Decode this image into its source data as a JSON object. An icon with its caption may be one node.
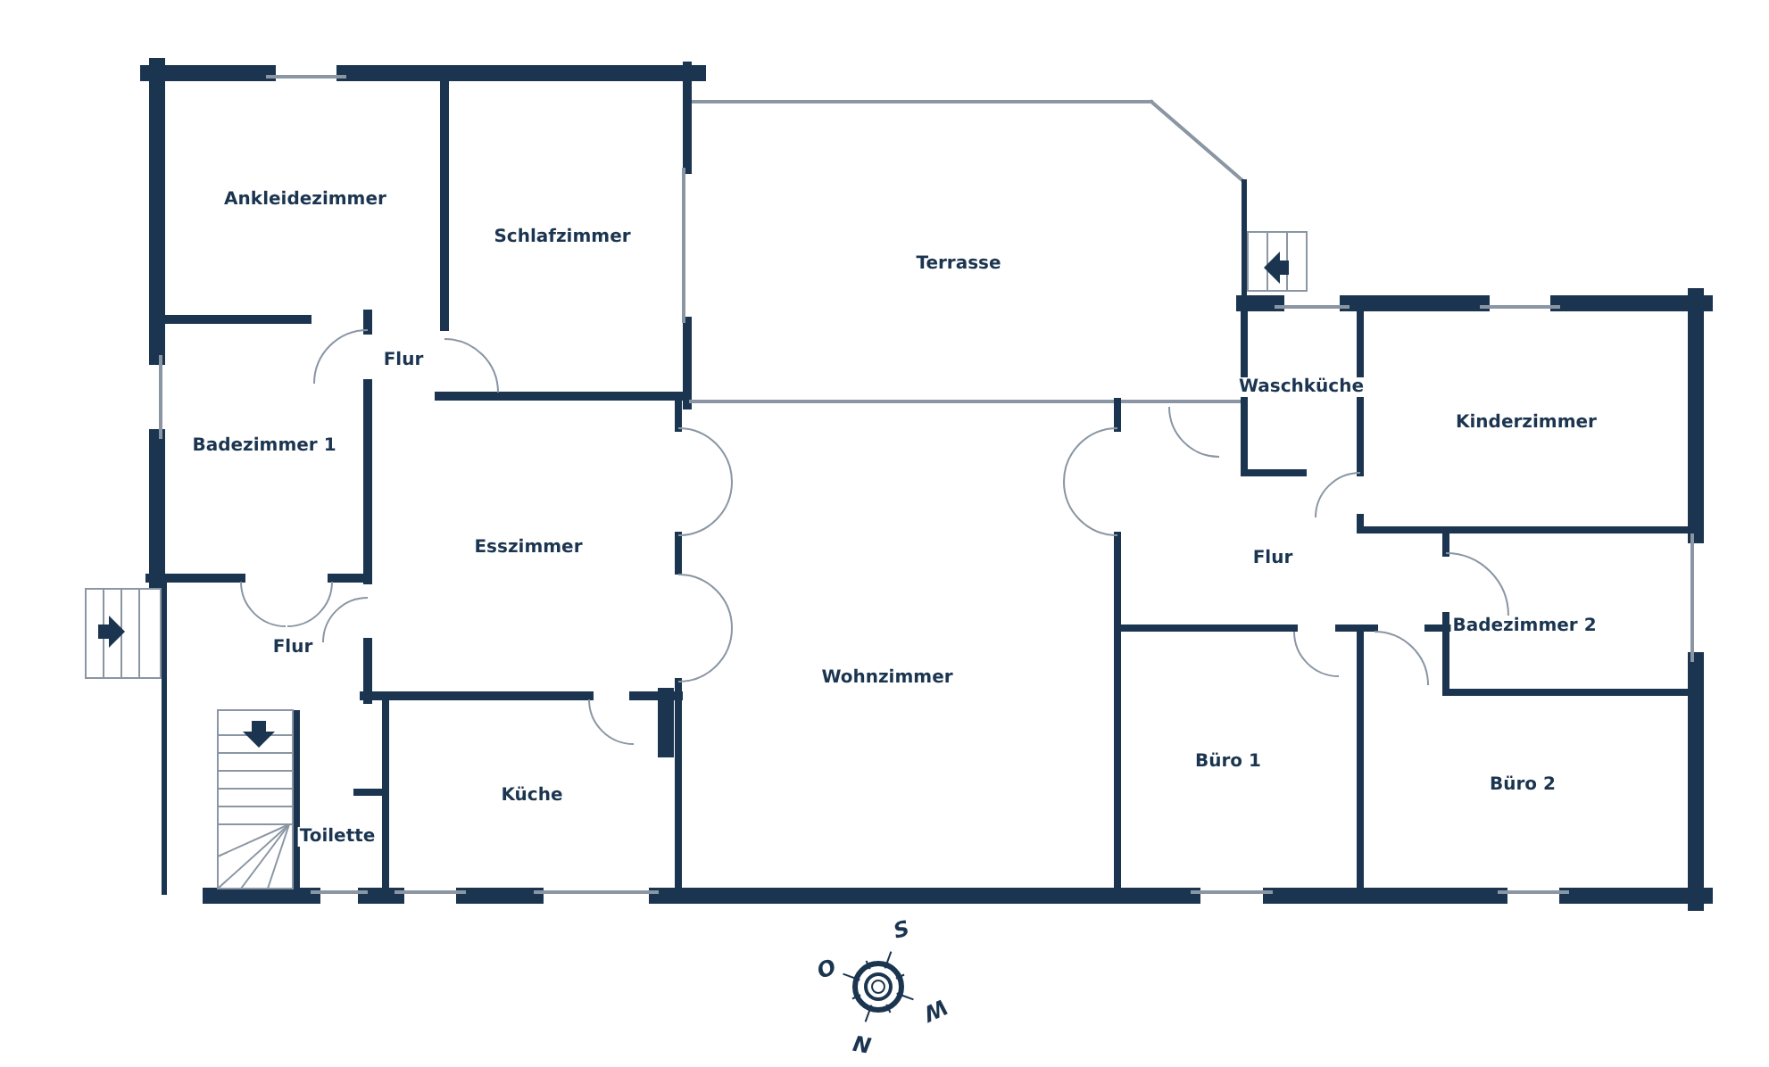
{
  "diagram": {
    "nodes": [
      {
        "text": [
          "Ankleidezimmer"
        ]
      },
      {
        "text": [
          "Schlafzimmer"
        ]
      },
      {
        "text": [
          "Terrasse"
        ]
      },
      {
        "text": [
          "Flur"
        ]
      },
      {
        "text": [
          "Badezimmer 1"
        ]
      },
      {
        "text": [
          "Esszimmer"
        ]
      },
      {
        "text": [
          "Waschküche"
        ]
      },
      {
        "text": [
          "Kinderzimmer"
        ]
      },
      {
        "text": [
          "Flur"
        ]
      },
      {
        "text": [
          "Flur"
        ]
      },
      {
        "text": [
          "Wohnzimmer"
        ]
      },
      {
        "text": [
          "Badezimmer 2"
        ]
      },
      {
        "text": [
          "Küche"
        ]
      },
      {
        "text": [
          "Büro 1"
        ]
      },
      {
        "text": [
          "Büro 2"
        ]
      },
      {
        "text": [
          "Toilette"
        ]
      }
    ],
    "labels": [
      "S",
      "O",
      "W",
      "N"
    ]
  }
}
